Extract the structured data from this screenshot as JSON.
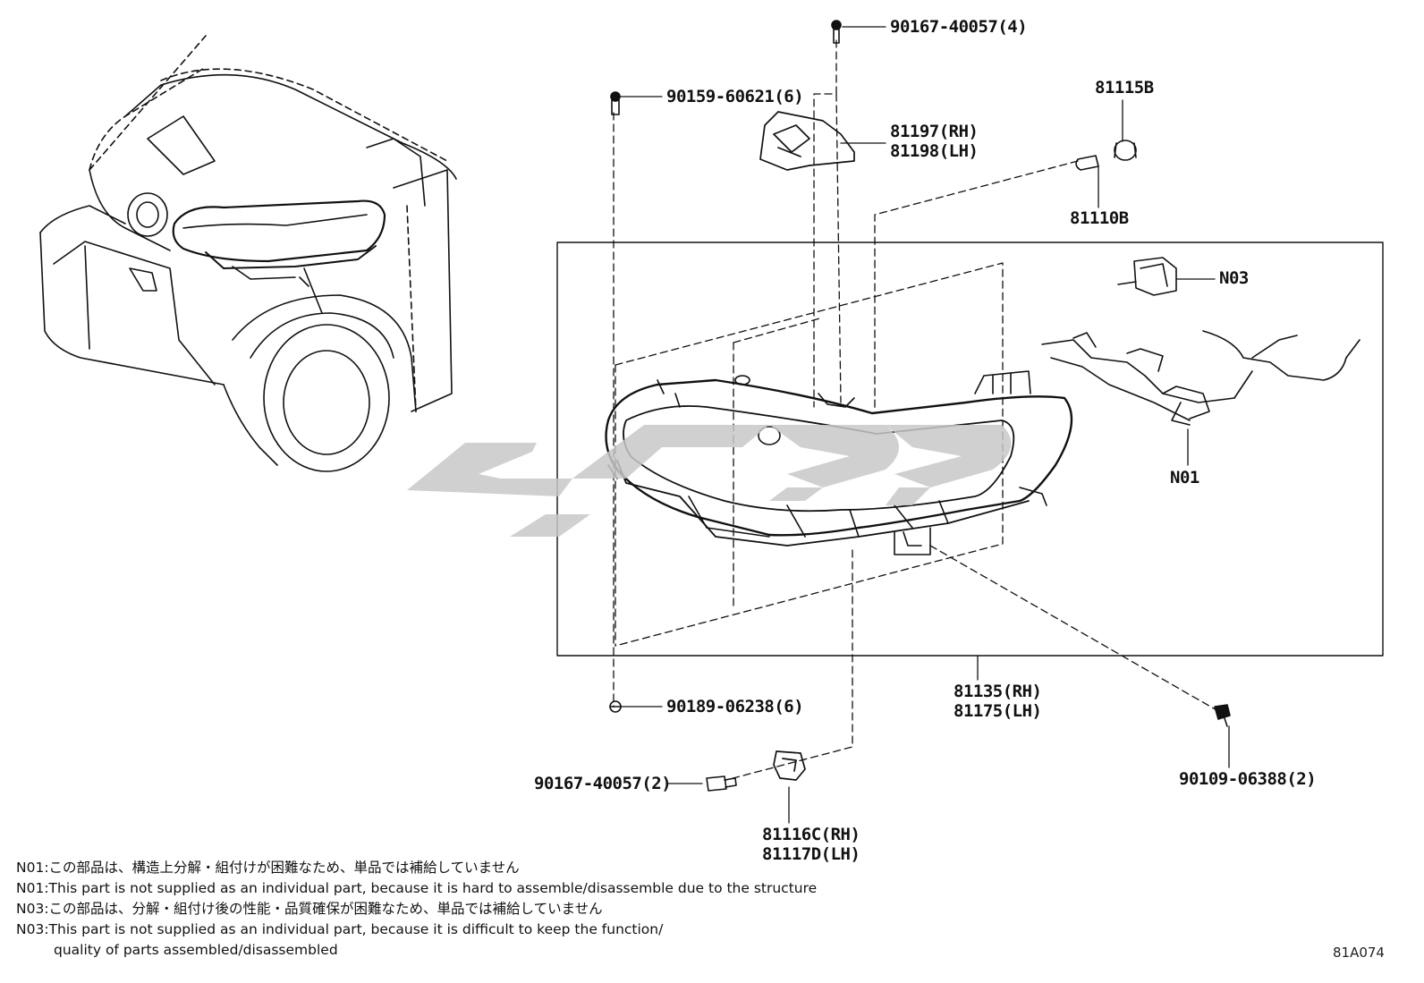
{
  "labels": {
    "bolt_top": "90167-40057(4)",
    "clip_top": "90159-60621(6)",
    "bracket_rh": "81197(RH)",
    "bracket_lh": "81198(LH)",
    "socket": "81115B",
    "bulb": "81110B",
    "unit_rh": "81135(RH)",
    "unit_lh": "81175(LH)",
    "clip_bottom": "90189-06238(6)",
    "bolt_bottom": "90167-40057(2)",
    "screw": "90109-06388(2)",
    "side_bracket_rh": "81116C(RH)",
    "side_bracket_lh": "81117D(LH)",
    "n03": "N03",
    "n01": "N01"
  },
  "notes": [
    "N01:この部品は、構造上分解・組付けが困難なため、単品では補給していません",
    "N01:This part is not supplied as an individual part, because it is hard to assemble/disassemble due to the structure",
    "N03:この部品は、分解・組付け後の性能・品質確保が困難なため、単品では補給していません",
    "N03:This part is not supplied as an individual part, because it is difficult to keep the function/",
    "quality of parts assembled/disassembled"
  ],
  "diagram_code": "81A074",
  "colors": {
    "line": "#111111",
    "watermark": "#c8c8c8"
  }
}
